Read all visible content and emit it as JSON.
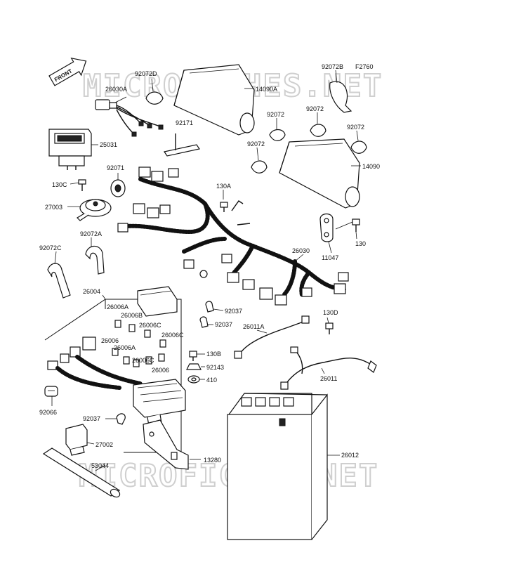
{
  "header": {
    "figure_code": "F2760"
  },
  "front_badge": {
    "label": "FRONT"
  },
  "watermark": {
    "text": "MICROFICHES.NET"
  },
  "labels": {
    "p92072D": "92072D",
    "p26030A": "26030A",
    "p14090A": "14090A",
    "p92072B": "92072B",
    "p92072_a": "92072",
    "p92072_b": "92072",
    "p92072_c": "92072",
    "p92072_d": "92072",
    "p25031": "25031",
    "p92171": "92171",
    "p14090": "14090",
    "p92071": "92071",
    "p130C": "130C",
    "p130A": "130A",
    "p27003": "27003",
    "p11047": "11047",
    "p130": "130",
    "p92072A": "92072A",
    "p26030": "26030",
    "p92072C": "92072C",
    "p26004": "26004",
    "p26006A_1": "26006A",
    "p26006B": "26006B",
    "p26006C_1": "26006C",
    "p26006C_2": "26006C",
    "p26006_1": "26006",
    "p26006A_2": "26006A",
    "p26006C_3": "26006C",
    "p26006_2": "26006",
    "p92037_a": "92037",
    "p92037_b": "92037",
    "p130D": "130D",
    "p26011A": "26011A",
    "p130B": "130B",
    "p92143": "92143",
    "p410": "410",
    "p26011": "26011",
    "p92066": "92066",
    "p92037_c": "92037",
    "p27002": "27002",
    "p26012": "26012",
    "p13280": "13280",
    "p53044": "53044"
  }
}
